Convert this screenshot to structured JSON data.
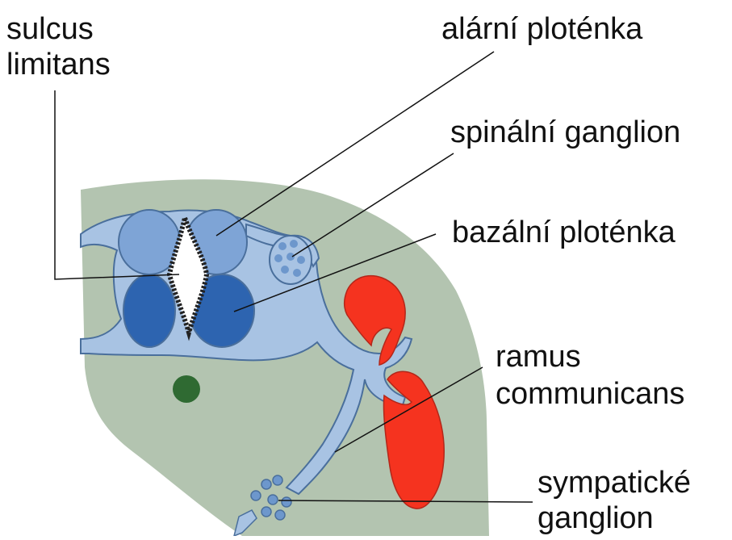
{
  "colors": {
    "background": "#ffffff",
    "tissue": "#b3c4b0",
    "neural_light": "#a8c3e3",
    "alar_plate": "#7ea4d6",
    "basal_plate": "#2d64b0",
    "nerve_outline": "#4a6f9c",
    "dots": "#6d97cc",
    "red_body": "#f5331f",
    "notochord": "#2f6a32",
    "leader_line": "#111111"
  },
  "labels": {
    "sulcus_limitans_1": "sulcus",
    "sulcus_limitans_2": "limitans",
    "alar_plate": "alární ploténka",
    "spinal_ganglion": "spinální ganglion",
    "basal_plate": "bazální ploténka",
    "ramus_communicans_1": "ramus",
    "ramus_communicans_2": "communicans",
    "sympathetic_ganglion_1": "sympatické",
    "sympathetic_ganglion_2": "ganglion"
  }
}
